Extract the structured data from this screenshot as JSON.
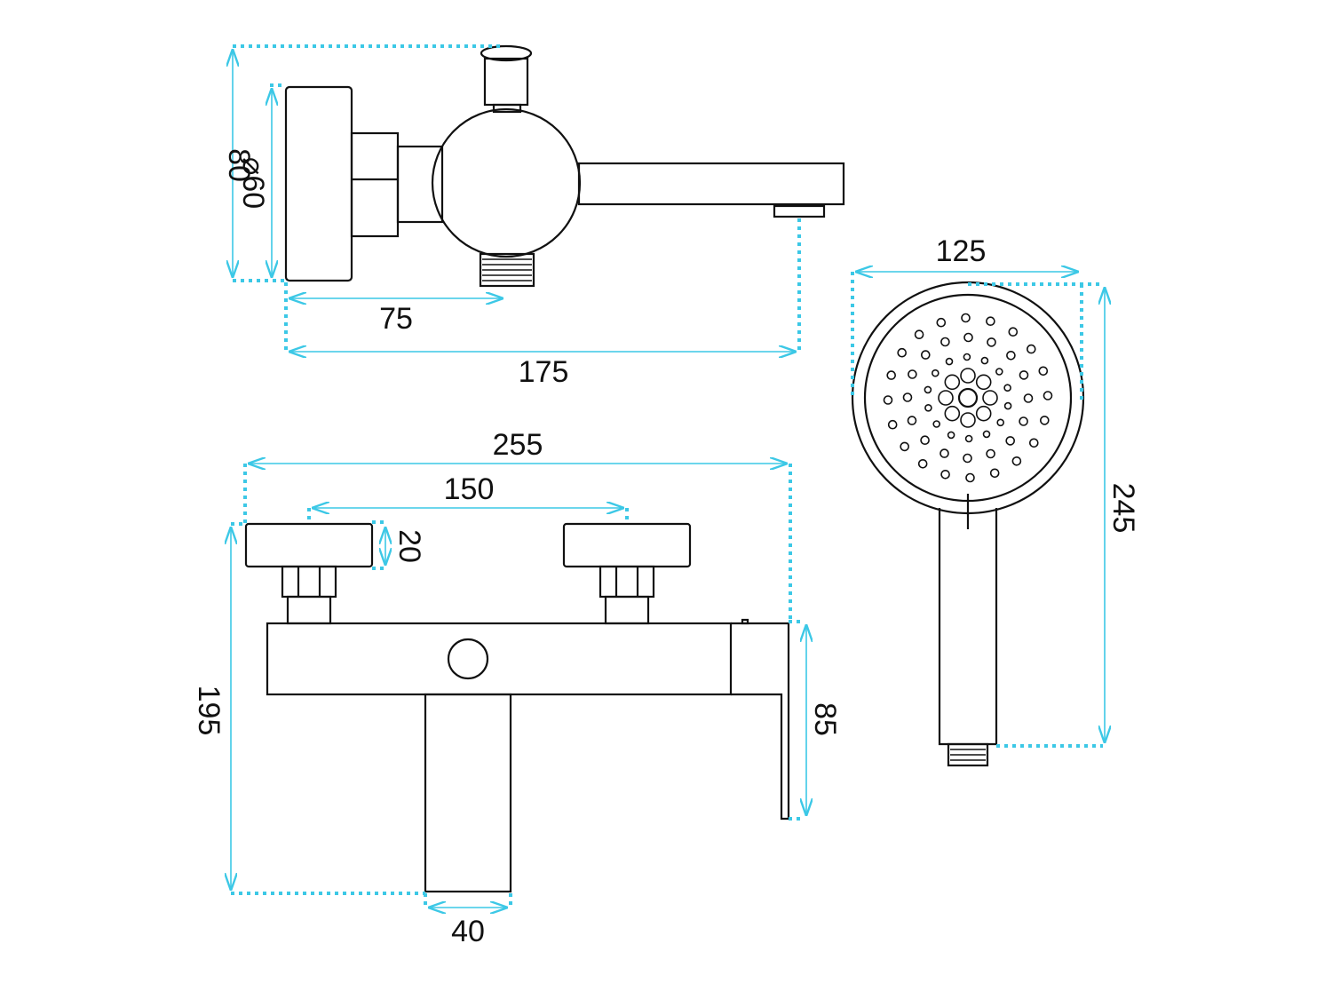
{
  "accent_color": "#3cc8e6",
  "line_color": "#111111",
  "top_view": {
    "height_label": "80",
    "diameter_label": "⌀60",
    "depth_label": "75",
    "spout_label": "175"
  },
  "front_view": {
    "overall_width_label": "255",
    "handle_spacing_label": "150",
    "handle_height_label": "20",
    "overall_height_label": "195",
    "lever_height_label": "85",
    "outlet_width_label": "40"
  },
  "hand_shower": {
    "head_diameter_label": "125",
    "length_label": "245"
  },
  "icons": [
    "arrow-head-icon"
  ]
}
